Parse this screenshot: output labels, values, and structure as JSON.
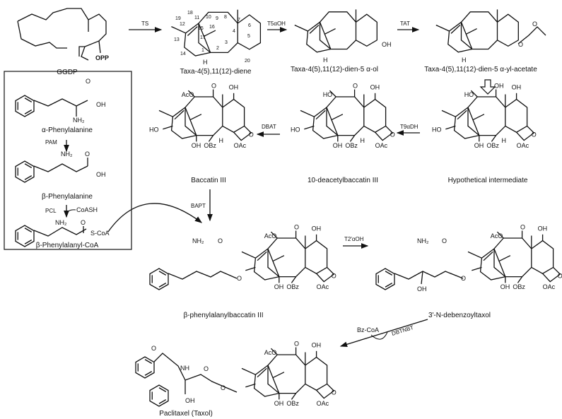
{
  "compounds": {
    "ggdp": {
      "name": "GGDP",
      "group": "OPP"
    },
    "taxadiene": {
      "name": "Taxa-4(5),11(12)-diene",
      "numbers": [
        "19",
        "18",
        "11",
        "10",
        "9",
        "8",
        "7",
        "6",
        "12",
        "16",
        "15",
        "17",
        "3",
        "4",
        "5",
        "13",
        "14",
        "1",
        "2",
        "20"
      ],
      "h": "H"
    },
    "taxadienol": {
      "name": "Taxa-4(5),11(12)-dien-5 α-ol",
      "oh": "OH",
      "h": "H"
    },
    "acetate": {
      "name": "Taxa-4(5),11(12)-dien-5 α-yl-acetate",
      "o1": "O",
      "o2": "O",
      "h": "H"
    },
    "baccatin": {
      "name": "Baccatin III",
      "subs": [
        "AcO",
        "O",
        "OH",
        "HO",
        "OH",
        "OBz",
        "H",
        "OAc",
        "O"
      ]
    },
    "deacetyl": {
      "name": "10-deacetylbaccatin III",
      "subs": [
        "HO",
        "O",
        "OH",
        "HO",
        "OH",
        "OBz",
        "H",
        "OAc",
        "O"
      ]
    },
    "hypothetical": {
      "name": "Hypothetical intermediate",
      "subs": [
        "HO",
        "OH",
        "OH",
        "HO",
        "OH",
        "OBz",
        "H",
        "OAc",
        "O"
      ]
    },
    "phe": {
      "name": "α-Phenylalanine",
      "o": "O",
      "oh": "OH",
      "nh2": "NH₂"
    },
    "bphe": {
      "name": "β-Phenylalanine",
      "o": "O",
      "oh": "OH",
      "nh2": "NH₂"
    },
    "bpheCoA": {
      "name": "β-Phenylalanyl-CoA",
      "o": "O",
      "sc": "S-CoA",
      "nh2": "NH₂"
    },
    "bpb": {
      "name": "β-phenylalanylbaccatin III",
      "nh2": "NH₂",
      "o1": "O",
      "o2": "O",
      "subs": [
        "AcO",
        "O",
        "OH",
        "",
        "OH",
        "OBz",
        "",
        "OAc",
        "O"
      ]
    },
    "debenz": {
      "name": "3'-N-debenzoyltaxol",
      "nh2": "NH₂",
      "oh": "OH",
      "o1": "O",
      "o2": "O",
      "subs": [
        "AcO",
        "O",
        "OH",
        "",
        "OH",
        "OBz",
        "",
        "OAc",
        "O"
      ]
    },
    "taxol": {
      "name": "Paclitaxel (Taxol)",
      "nh": "NH",
      "oh": "OH",
      "o0": "O",
      "o1": "O",
      "o2": "O",
      "subs": [
        "AcO",
        "O",
        "OH",
        "",
        "OH",
        "OBz",
        "",
        "OAc",
        "O"
      ]
    }
  },
  "enzymes": {
    "ts": "TS",
    "t5": "T5αOH",
    "tat": "TAT",
    "dbat": "DBAT",
    "t9": "T9αDH",
    "pam": "PAM",
    "pcl": "PCL",
    "coash": "CoASH",
    "bapt": "BAPT",
    "t2": "T2'αOH",
    "bzcoa": "Bz-CoA",
    "dbtnbt": "DBTNBT"
  }
}
